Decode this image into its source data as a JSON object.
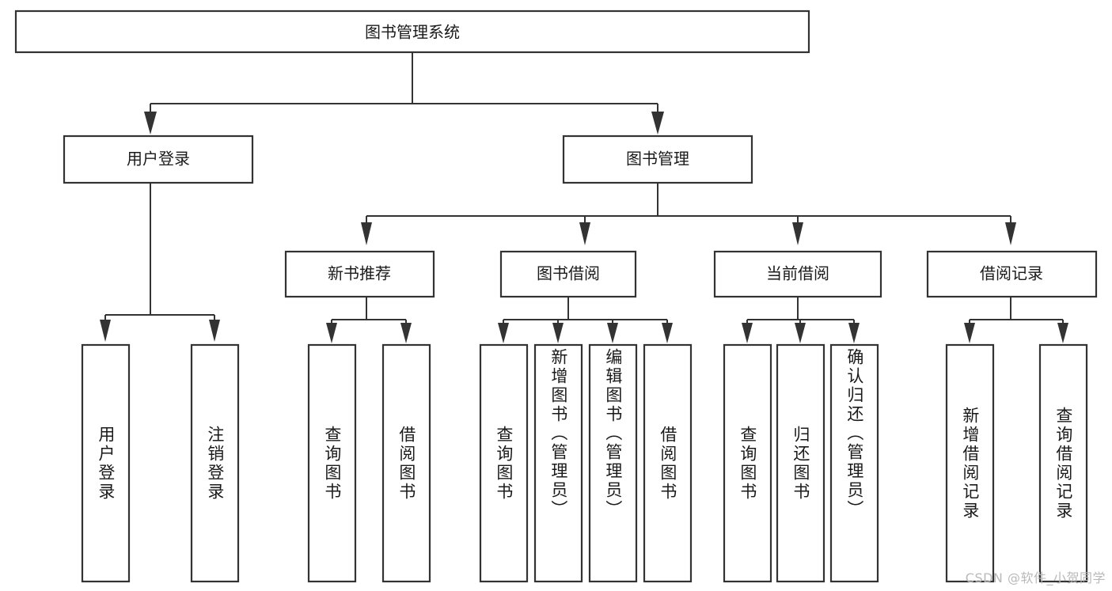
{
  "diagram": {
    "title": "图书管理系统",
    "type": "tree",
    "watermark": "CSDN @软件_小贺同学",
    "colors": {
      "box_stroke": "#333333",
      "box_fill": "#ffffff",
      "text": "#1a1a1a",
      "connector": "#333333",
      "watermark": "#b9b9b9",
      "background": "#ffffff"
    },
    "levels": {
      "root": {
        "label": "图书管理系统"
      },
      "level2": [
        {
          "label": "用户登录"
        },
        {
          "label": "图书管理"
        }
      ],
      "level3": [
        {
          "label": "新书推荐"
        },
        {
          "label": "图书借阅"
        },
        {
          "label": "当前借阅"
        },
        {
          "label": "借阅记录"
        }
      ],
      "leaves": [
        {
          "label": "用户登录",
          "parent": "用户登录"
        },
        {
          "label": "注销登录",
          "parent": "用户登录"
        },
        {
          "label": "查询图书",
          "parent": "新书推荐"
        },
        {
          "label": "借阅图书",
          "parent": "新书推荐"
        },
        {
          "label": "查询图书",
          "parent": "图书借阅"
        },
        {
          "label": "新增图书（管理员）",
          "parent": "图书借阅"
        },
        {
          "label": "编辑图书（管理员）",
          "parent": "图书借阅"
        },
        {
          "label": "借阅图书",
          "parent": "图书借阅"
        },
        {
          "label": "查询图书",
          "parent": "当前借阅"
        },
        {
          "label": "归还图书",
          "parent": "当前借阅"
        },
        {
          "label": "确认归还（管理员）",
          "parent": "当前借阅"
        },
        {
          "label": "新增借阅记录",
          "parent": "借阅记录"
        },
        {
          "label": "查询借阅记录",
          "parent": "借阅记录"
        }
      ]
    }
  }
}
